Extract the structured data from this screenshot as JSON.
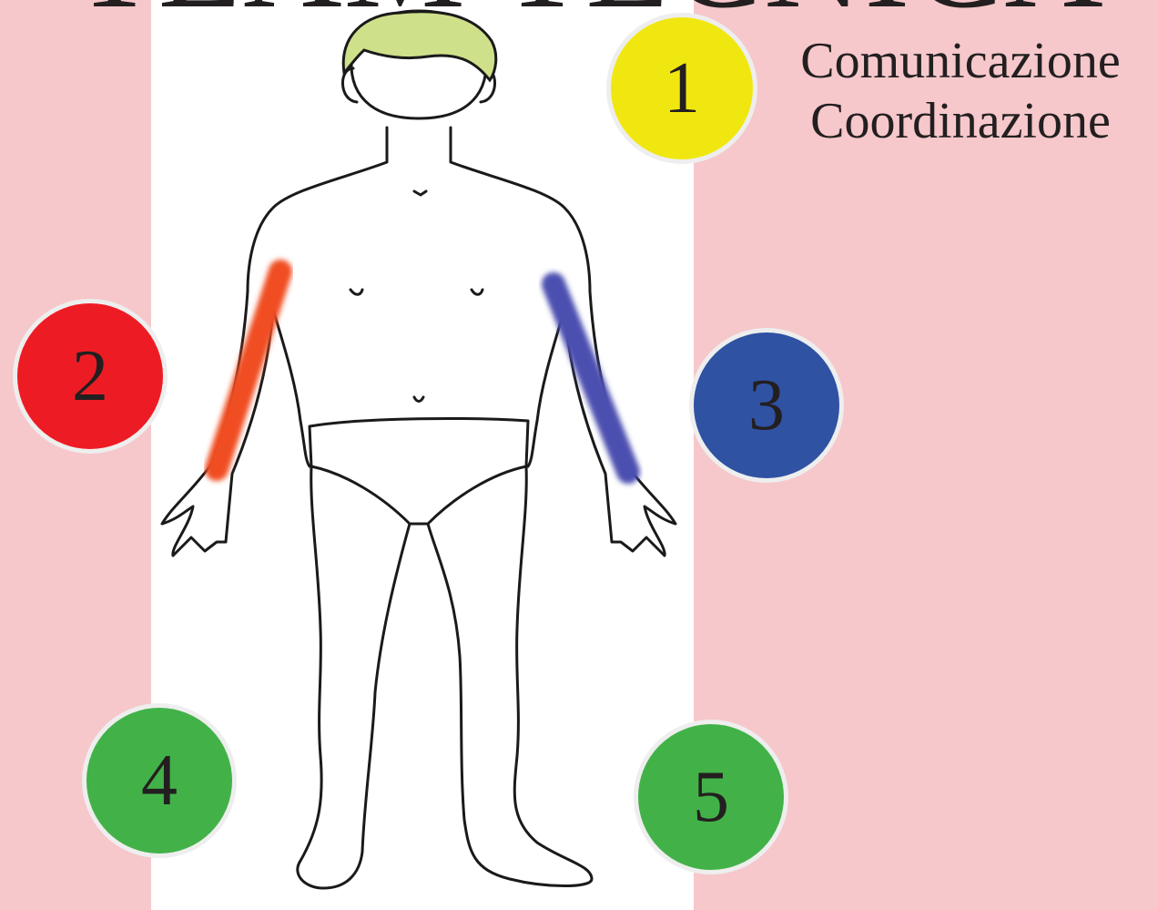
{
  "title": "TEAM TECNICA",
  "badges": [
    {
      "number": "1",
      "color": "#f1e710"
    },
    {
      "number": "2",
      "color": "#ed1c24"
    },
    {
      "number": "3",
      "color": "#2f52a3"
    },
    {
      "number": "4",
      "color": "#42b248"
    },
    {
      "number": "5",
      "color": "#42b248"
    }
  ],
  "caption": {
    "line1": "Comunicazione",
    "line2": "Coordinazione"
  },
  "colors": {
    "background": "#f6c8cb",
    "panel": "#ffffff",
    "hair": "#cfe08a",
    "right_arm_mark": "#f04e22",
    "left_arm_mark": "#4b4fb0",
    "leg_marks": "#7dc242"
  }
}
